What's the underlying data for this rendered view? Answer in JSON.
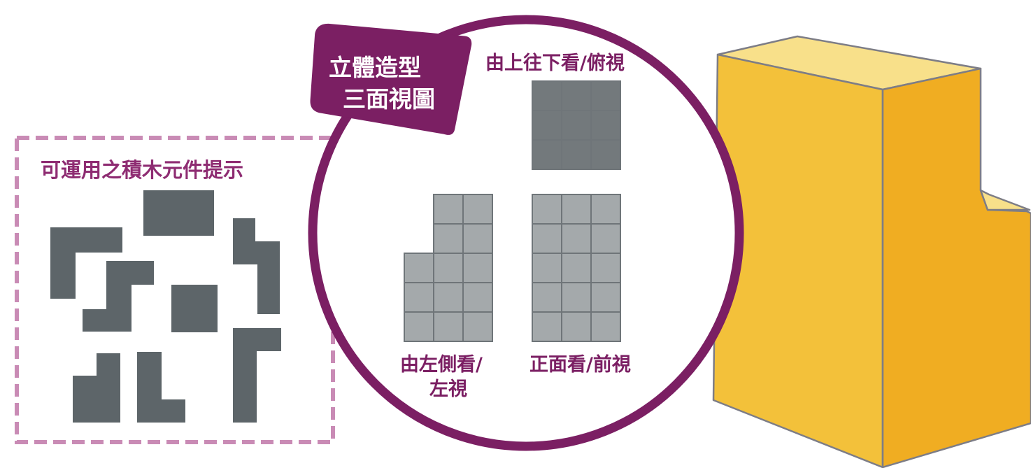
{
  "hint_box": {
    "title": "可運用之積木元件提示",
    "border_color": "#c98bb5",
    "title_color": "#8e2c72"
  },
  "circle": {
    "tag_lines": [
      "立體造型",
      "三面視圖"
    ],
    "ring_color": "#7b1f63",
    "top_view_label": "由上往下看/俯視",
    "left_view_label_lines": [
      "由左側看/",
      "左視"
    ],
    "front_view_label": "正面看/前視",
    "label_color": "#7b1f63"
  },
  "views": {
    "top": {
      "cols": 3,
      "rows": 3
    },
    "left": {
      "cols": 3,
      "rows": 5,
      "column_heights": [
        3,
        5,
        5
      ]
    },
    "front": {
      "cols": 3,
      "rows": 5
    }
  },
  "colors": {
    "piece": "#5d6569",
    "grid_cell": "#a4a9ab",
    "grid_line": "#6f7579",
    "top_view_cell": "#73797c",
    "block_front": "#f3c13a",
    "block_side": "#f0ad22",
    "block_top": "#f8e08a",
    "block_outline": "#7d7d86"
  }
}
